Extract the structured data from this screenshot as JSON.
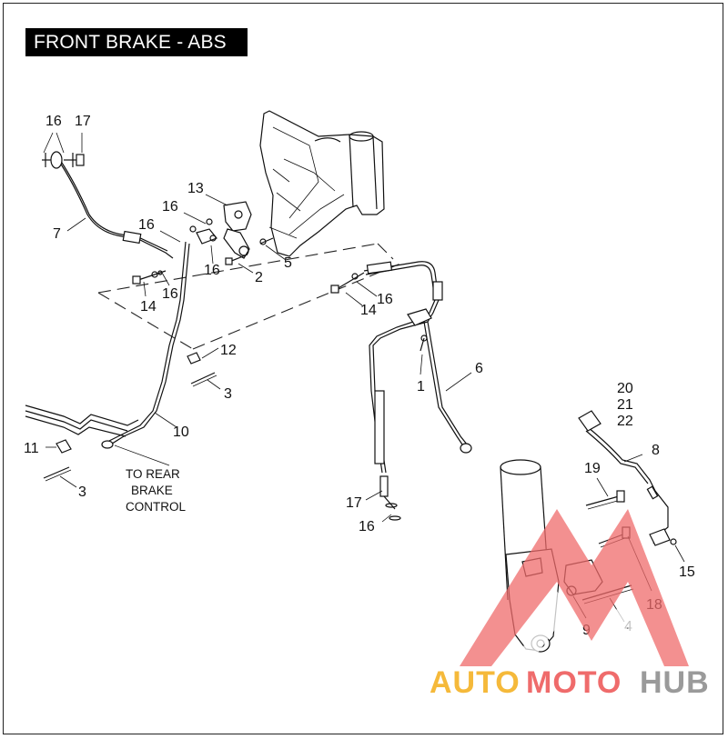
{
  "title": "FRONT BRAKE - ABS",
  "callouts": {
    "c1": "1",
    "c2": "2",
    "c3a": "3",
    "c3b": "3",
    "c4": "4",
    "c5": "5",
    "c6": "6",
    "c7": "7",
    "c8": "8",
    "c9": "9",
    "c10": "10",
    "c11": "11",
    "c12": "12",
    "c13": "13",
    "c14a": "14",
    "c14b": "14",
    "c15": "15",
    "c16a": "16",
    "c16b": "16",
    "c16c": "16",
    "c16d": "16",
    "c16e": "16",
    "c16f": "16",
    "c17a": "17",
    "c17b": "17",
    "c18": "18",
    "c19": "19",
    "c20": "20",
    "c21": "21",
    "c22": "22"
  },
  "note": {
    "line1": "TO REAR",
    "line2": "BRAKE",
    "line3": "CONTROL"
  },
  "watermark": {
    "part1": "AUTO",
    "part2": "MOTO",
    "part3": "HUB",
    "colors": {
      "orange": "#f5b93a",
      "red": "#ef6b6b",
      "gray": "#9a9a9a"
    }
  }
}
